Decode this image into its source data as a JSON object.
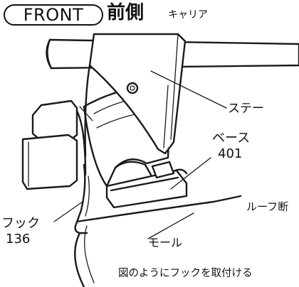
{
  "header": {
    "badge": "FRONT",
    "title": "前側",
    "subtitle": "キャリア"
  },
  "labels": {
    "stay": "ステー",
    "base_name": "ベース",
    "base_number": "401",
    "roof_section": "ルーフ断",
    "hook_name": "フック",
    "hook_number": "136",
    "molding": "モール"
  },
  "caption": "図のようにフックを取付ける"
}
